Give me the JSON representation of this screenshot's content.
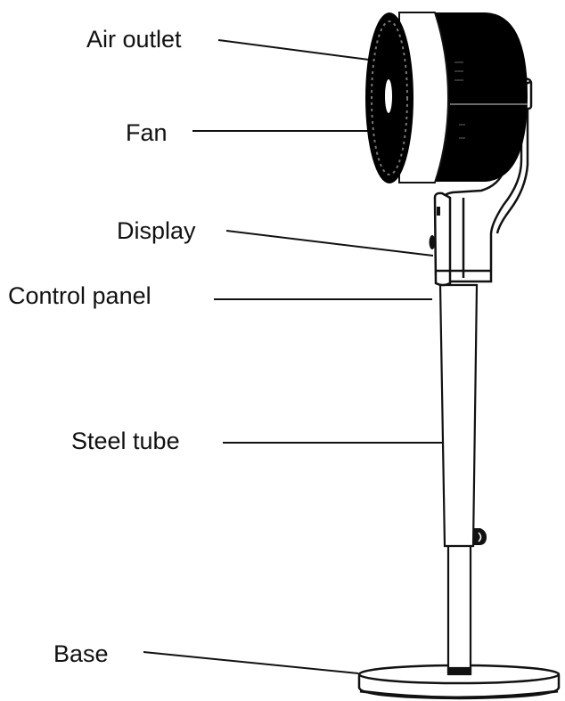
{
  "diagram": {
    "subject": "Pedestal air circulator fan",
    "labels": [
      {
        "id": "air-outlet",
        "text": "Air outlet"
      },
      {
        "id": "fan",
        "text": "Fan"
      },
      {
        "id": "display",
        "text": "Display"
      },
      {
        "id": "control-panel",
        "text": "Control panel"
      },
      {
        "id": "steel-tube",
        "text": "Steel tube"
      },
      {
        "id": "base",
        "text": "Base"
      }
    ],
    "colors": {
      "ink": "#111111",
      "fill": "#000000",
      "background": "#ffffff"
    }
  }
}
